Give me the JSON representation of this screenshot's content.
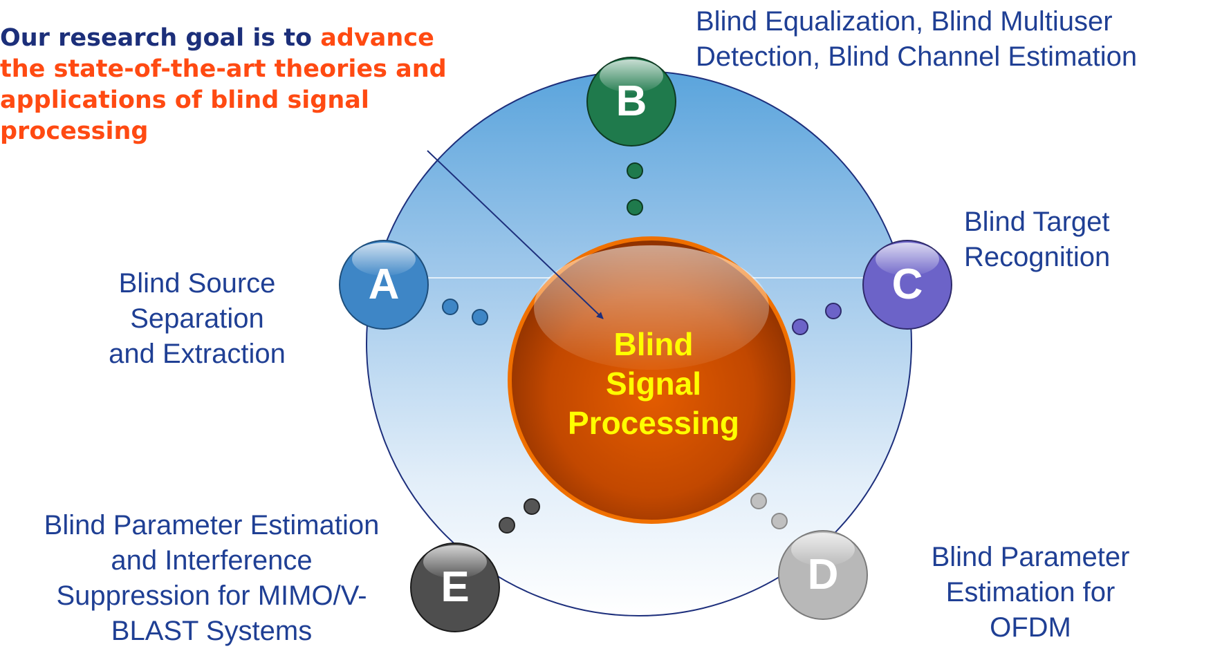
{
  "goal": {
    "lines": [
      {
        "plain": "Our research goal is to ",
        "highlight": "advance"
      },
      {
        "plain": "",
        "highlight": "the state-of-the-art theories and"
      },
      {
        "plain": "",
        "highlight": "applications of blind signal"
      },
      {
        "plain": "",
        "highlight": "processing"
      }
    ]
  },
  "center": {
    "lines": [
      "Blind",
      "Signal",
      "Processing"
    ]
  },
  "nodes": [
    {
      "letter": "A",
      "color": "#3e86c6",
      "lines": [
        "Blind Source",
        "Separation",
        "and Extraction"
      ]
    },
    {
      "letter": "B",
      "color": "#1f7a4c",
      "lines": [
        "Blind Equalization, Blind Multiuser",
        "Detection, Blind Channel Estimation"
      ]
    },
    {
      "letter": "C",
      "color": "#6c63c8",
      "lines": [
        "Blind Target",
        "Recognition"
      ]
    },
    {
      "letter": "D",
      "color": "#b8b8b8",
      "lines": [
        "Blind Parameter",
        "Estimation for",
        "OFDM"
      ]
    },
    {
      "letter": "E",
      "color": "#505050",
      "lines": [
        "Blind Parameter Estimation",
        "and Interference",
        "Suppression for MIMO/V-",
        "BLAST Systems"
      ]
    }
  ],
  "colors": {
    "title_dark_blue": "#1c2f7a",
    "title_highlight_orange": "#ff4a12",
    "label_blue": "#1f3f94",
    "center_text_yellow": "#ffff00",
    "center_sphere_orange": "#e85a00",
    "ring_outline": "#1d2f7c"
  }
}
